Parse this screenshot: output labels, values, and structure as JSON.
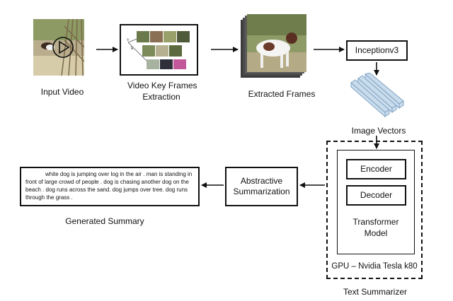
{
  "nodes": {
    "input_video": "Input Video",
    "keyframes_line1": "Video Key Frames",
    "keyframes_line2": "Extraction",
    "extracted_frames": "Extracted Frames",
    "inception": "Inceptionv3",
    "image_vectors": "Image Vectors",
    "encoder": "Encoder",
    "decoder": "Decoder",
    "transformer_line1": "Transformer",
    "transformer_line2": "Model",
    "gpu": "GPU – Nvidia Tesla k80",
    "text_summarizer": "Text Summarizer",
    "abstractive_line1": "Abstractive",
    "abstractive_line2": "Summarization",
    "generated_summary": "Generated Summary"
  },
  "summary_text": "white dog is jumping over log in the air . man is standing in front of large crowd of people . dog is chasing another dog on the beach . dog runs across the sand. dog jumps over tree. dog runs through the grass .",
  "colors": {
    "line": "#111111",
    "vector_fill": "#c9dcec",
    "vector_stroke": "#7fa3c4"
  }
}
